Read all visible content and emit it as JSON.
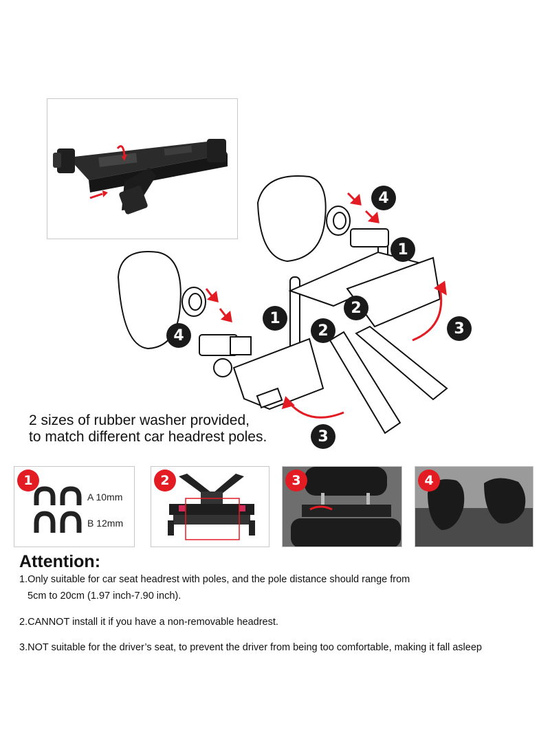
{
  "badges": {
    "one": "1",
    "two": "2",
    "three": "3",
    "four": "4"
  },
  "washer_note": {
    "line1": "2 sizes of rubber washer provided,",
    "line2": "to match different car headrest poles."
  },
  "panels": {
    "washers": {
      "a_label": "A  10mm",
      "b_label": "B  12mm"
    }
  },
  "attention": {
    "title": "Attention:",
    "note1_line1": "1.Only suitable for car seat headrest with poles, and the pole distance should range from",
    "note1_line2": "5cm to 20cm (1.97 inch-7.90 inch).",
    "note2": "2.CANNOT install it if you have a non-removable headrest.",
    "note3": "3.NOT suitable for the driver’s seat, to prevent the driver from being too comfortable, making it fall asleep"
  },
  "colors": {
    "accent_red": "#e31b23",
    "badge_dark": "#1a1a1a",
    "panel_border": "#c8c8c8"
  },
  "icons": [
    "headrest-icon",
    "washer-icon",
    "mount-bracket-icon",
    "rotation-arrow-icon",
    "insert-arrow-icon"
  ]
}
